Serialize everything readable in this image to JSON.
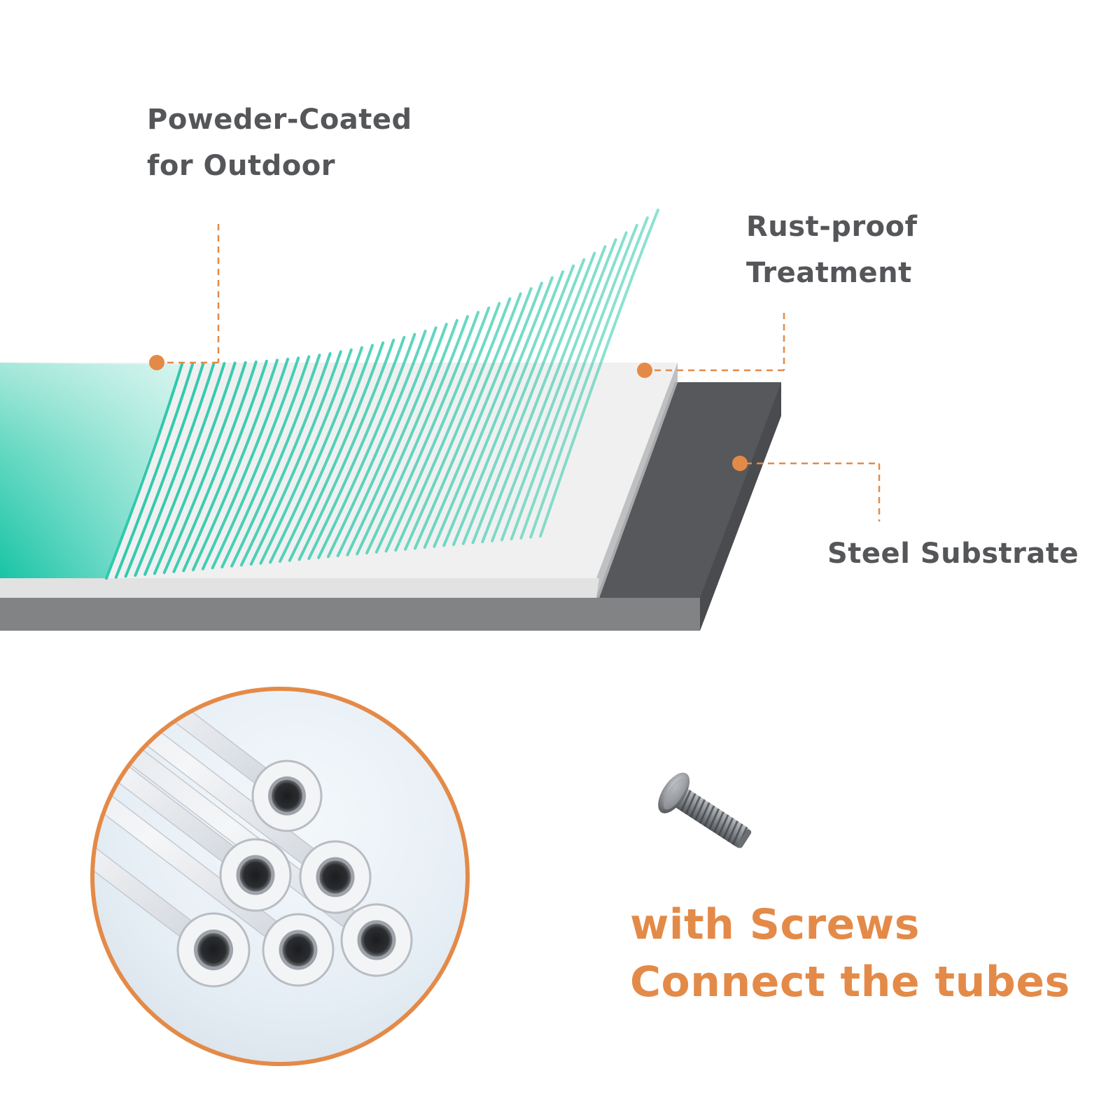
{
  "labels": {
    "coating": [
      "Poweder-Coated",
      "for Outdoor"
    ],
    "rustproof": [
      "Rust-proof",
      "Treatment"
    ],
    "steel": "Steel Substrate"
  },
  "caption": [
    "with Screws",
    "Connect the tubes"
  ],
  "colors": {
    "accent": "#e48a48",
    "label_text": "#555659",
    "coating_teal": "#22c7a9",
    "treatment_layer": "#f0f0f0",
    "steel_dark": "#57585b",
    "steel_side": "#828385",
    "tube_white": "#eeeeee"
  },
  "icons": {
    "screw": "screw-icon",
    "tubes_photo": "tube-bundle-photo"
  }
}
